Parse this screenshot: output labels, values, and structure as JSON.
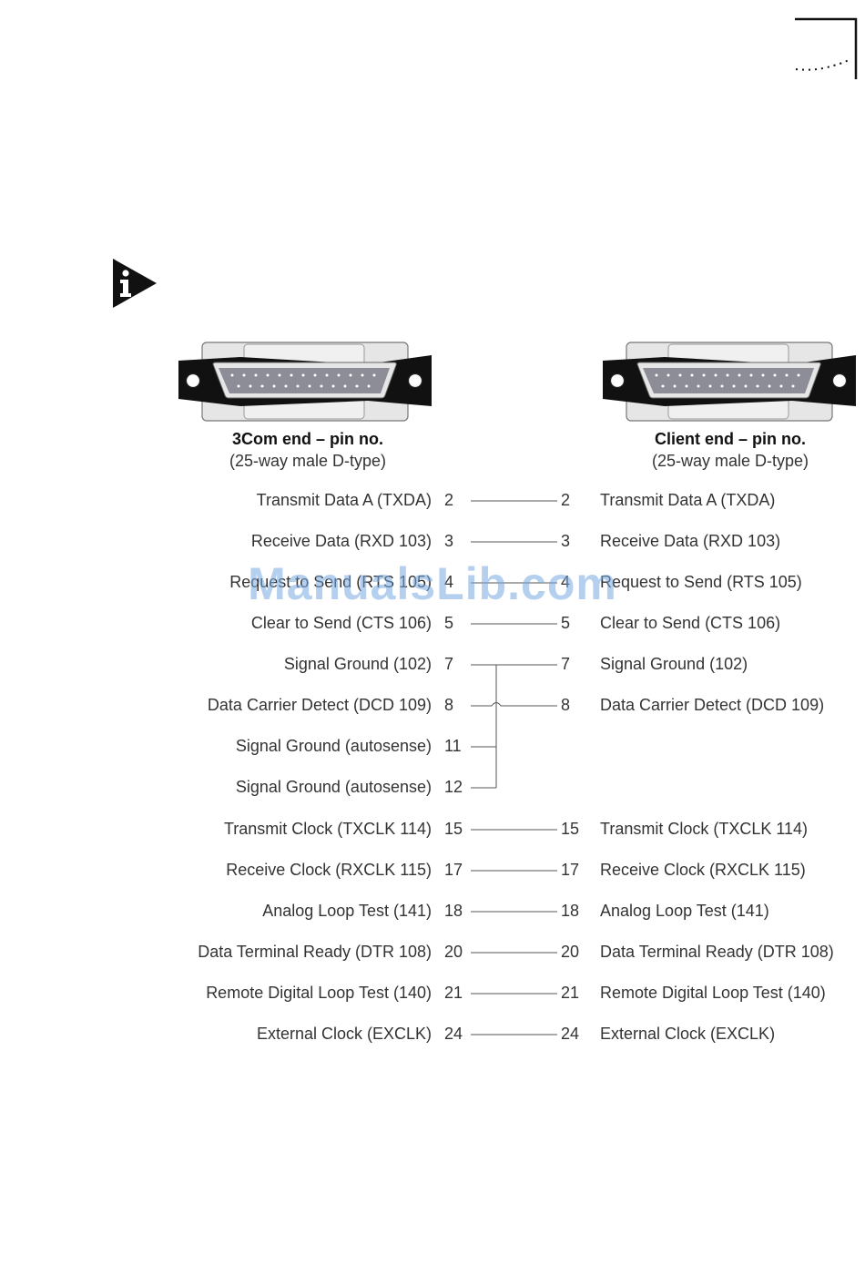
{
  "ends": {
    "left": {
      "title": "3Com end – pin no.",
      "subtitle": "(25-way male D-type)"
    },
    "right": {
      "title": "Client end – pin no.",
      "subtitle": "(25-way male D-type)"
    }
  },
  "rows": [
    {
      "left_label": "Transmit Data A (TXDA)",
      "left_pin": "2",
      "right_pin": "2",
      "right_label": "Transmit Data A (TXDA)"
    },
    {
      "left_label": "Receive Data (RXD 103)",
      "left_pin": "3",
      "right_pin": "3",
      "right_label": "Receive Data (RXD 103)"
    },
    {
      "left_label": "Request to Send (RTS 105)",
      "left_pin": "4",
      "right_pin": "4",
      "right_label": "Request to Send (RTS 105)"
    },
    {
      "left_label": "Clear to Send (CTS 106)",
      "left_pin": "5",
      "right_pin": "5",
      "right_label": "Clear to Send (CTS 106)"
    },
    {
      "left_label": "Signal Ground (102)",
      "left_pin": "7",
      "right_pin": "7",
      "right_label": "Signal Ground (102)"
    },
    {
      "left_label": "Data Carrier Detect (DCD 109)",
      "left_pin": "8",
      "right_pin": "8",
      "right_label": "Data Carrier Detect (DCD 109)"
    },
    {
      "left_label": "Signal Ground (autosense)",
      "left_pin": "11",
      "right_pin": "",
      "right_label": ""
    },
    {
      "left_label": "Signal Ground (autosense)",
      "left_pin": "12",
      "right_pin": "",
      "right_label": ""
    },
    {
      "left_label": "Transmit Clock (TXCLK 114)",
      "left_pin": "15",
      "right_pin": "15",
      "right_label": "Transmit Clock (TXCLK 114)"
    },
    {
      "left_label": "Receive Clock (RXCLK 115)",
      "left_pin": "17",
      "right_pin": "17",
      "right_label": "Receive Clock (RXCLK 115)"
    },
    {
      "left_label": "Analog Loop Test (141)",
      "left_pin": "18",
      "right_pin": "18",
      "right_label": "Analog Loop Test (141)"
    },
    {
      "left_label": "Data Terminal Ready (DTR 108)",
      "left_pin": "20",
      "right_pin": "20",
      "right_label": "Data Terminal Ready (DTR 108)"
    },
    {
      "left_label": "Remote Digital Loop Test (140)",
      "left_pin": "21",
      "right_pin": "21",
      "right_label": "Remote Digital Loop Test (140)"
    },
    {
      "left_label": "External Clock (EXCLK)",
      "left_pin": "24",
      "right_pin": "24",
      "right_label": "External Clock (EXCLK)"
    }
  ],
  "watermark": "ManualsLib.com",
  "icons": {
    "info": "info-icon",
    "connector": "db25-connector-icon",
    "corner": "page-corner-mark"
  },
  "colors": {
    "text": "#333333",
    "wire": "#555555",
    "connector_shell": "#e6e6e6",
    "connector_face": "#8d8d98",
    "band": "#111111"
  }
}
